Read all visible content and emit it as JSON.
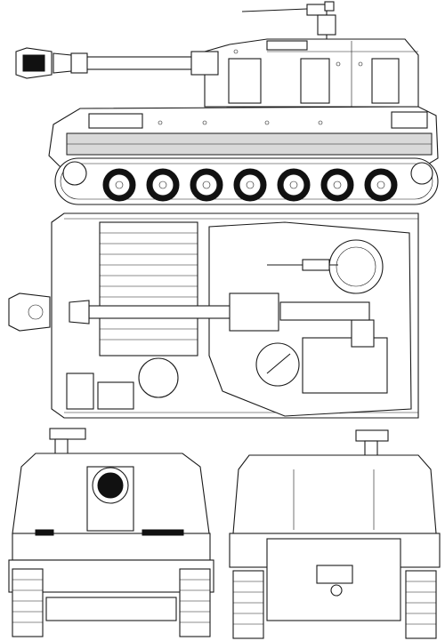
{
  "drawing": {
    "views": [
      {
        "id": "side",
        "label": ""
      },
      {
        "id": "top",
        "label": ""
      },
      {
        "id": "front",
        "label": ""
      },
      {
        "id": "rear",
        "label": ""
      }
    ],
    "colors": {
      "line": "#1a1a1a",
      "hull_shade": "#d9d9d9",
      "wheel": "#111111",
      "paper": "#ffffff"
    }
  }
}
